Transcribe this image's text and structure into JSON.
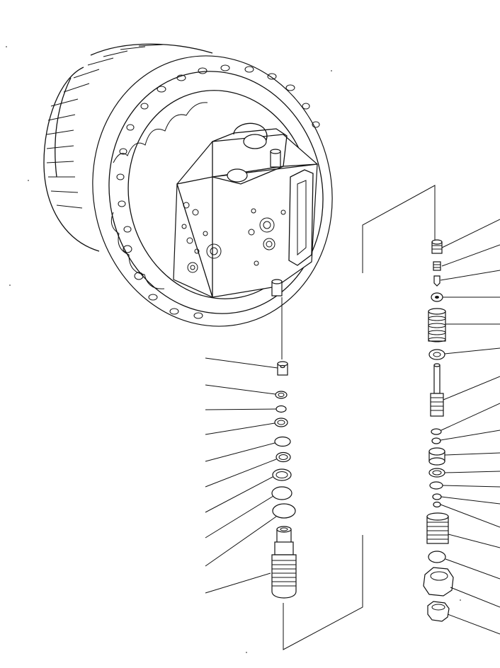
{
  "diagram": {
    "kind": "exploded-parts-view",
    "subject_icons": [
      "travel-motor-icon",
      "relief-valve-assembly-icon",
      "counterbalance-valve-assembly-icon"
    ],
    "left_callouts": 9,
    "right_callouts": 21,
    "text_labels": []
  }
}
